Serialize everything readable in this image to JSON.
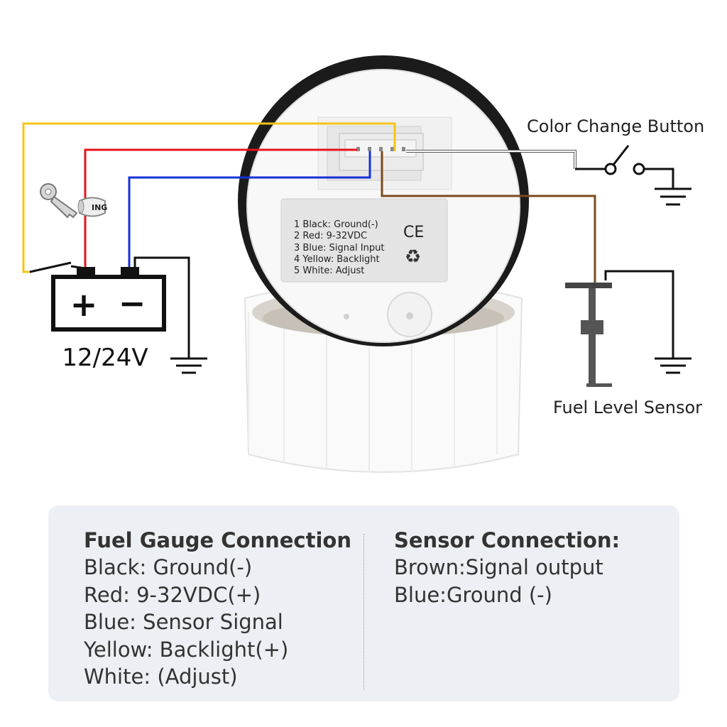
{
  "diagram": {
    "battery_voltage": "12/24V",
    "battery_plus": "+",
    "battery_minus": "−",
    "ignition_label": "ING",
    "color_button_label": "Color Change Button",
    "sensor_label": "Fuel Level Sensor",
    "back_label": {
      "lines": [
        "1 Black: Ground(-)",
        "2 Red: 9-32VDC",
        "3 Blue: Signal Input",
        "4 Yellow: Backlight",
        "5 White: Adjust"
      ],
      "ce_mark": "CE",
      "recycle_symbol": "♻"
    },
    "wire_colors": {
      "yellow": "#f5c518",
      "red": "#e8141c",
      "blue": "#1430d8",
      "brown": "#7b4a1e",
      "white": "#ffffff",
      "black": "#111111"
    }
  },
  "panel": {
    "gauge": {
      "title": "Fuel Gauge Connection",
      "lines": [
        "Black: Ground(-)",
        "Red: 9-32VDC(+)",
        "Blue: Sensor Signal",
        "Yellow: Backlight(+)",
        "White: (Adjust)"
      ]
    },
    "sensor": {
      "title": "Sensor Connection:",
      "lines": [
        "Brown:Signal output",
        "Blue:Ground (-)"
      ]
    }
  }
}
